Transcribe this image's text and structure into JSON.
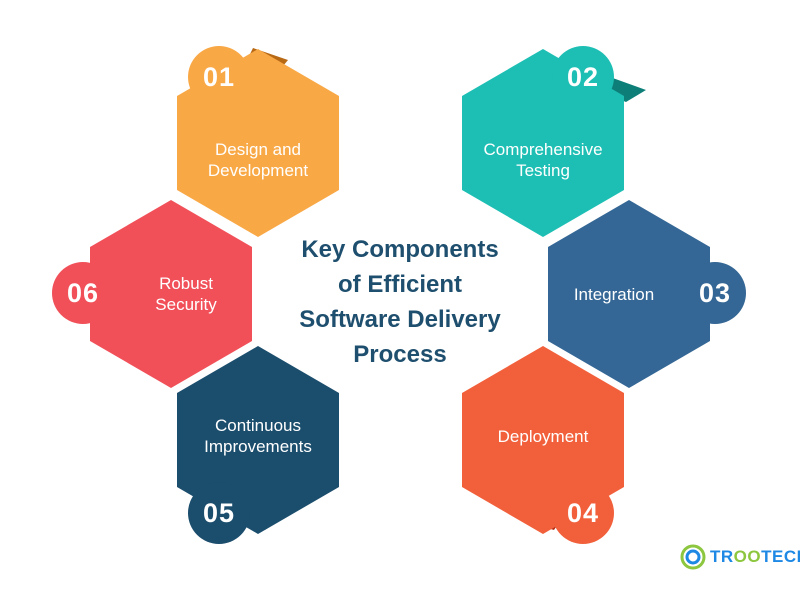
{
  "title": "Key Components\nof Efficient\nSoftware Delivery\nProcess",
  "steps": [
    {
      "number": "01",
      "label": "Design and\nDevelopment",
      "color": "#f9a846",
      "fold_color": "#b86914"
    },
    {
      "number": "02",
      "label": "Comprehensive\nTesting",
      "color": "#1dbfb4",
      "fold_color": "#0d7f78"
    },
    {
      "number": "03",
      "label": "Integration",
      "color": "#346795",
      "fold_color": "#1c3f60"
    },
    {
      "number": "04",
      "label": "Deployment",
      "color": "#f2603b",
      "fold_color": "#b22d12"
    },
    {
      "number": "05",
      "label": "Continuous\nImprovements",
      "color": "#1b4d6d",
      "fold_color": "#0d2e44"
    },
    {
      "number": "06",
      "label": "Robust\nSecurity",
      "color": "#f15059",
      "fold_color": "#a3141d"
    }
  ],
  "logo": {
    "text_prefix": "TR",
    "text_oo": "OO",
    "text_suffix": "TECH",
    "colors": {
      "tr": "#1e88e5",
      "oo": "#8dc63f",
      "tech": "#1e88e5"
    }
  }
}
